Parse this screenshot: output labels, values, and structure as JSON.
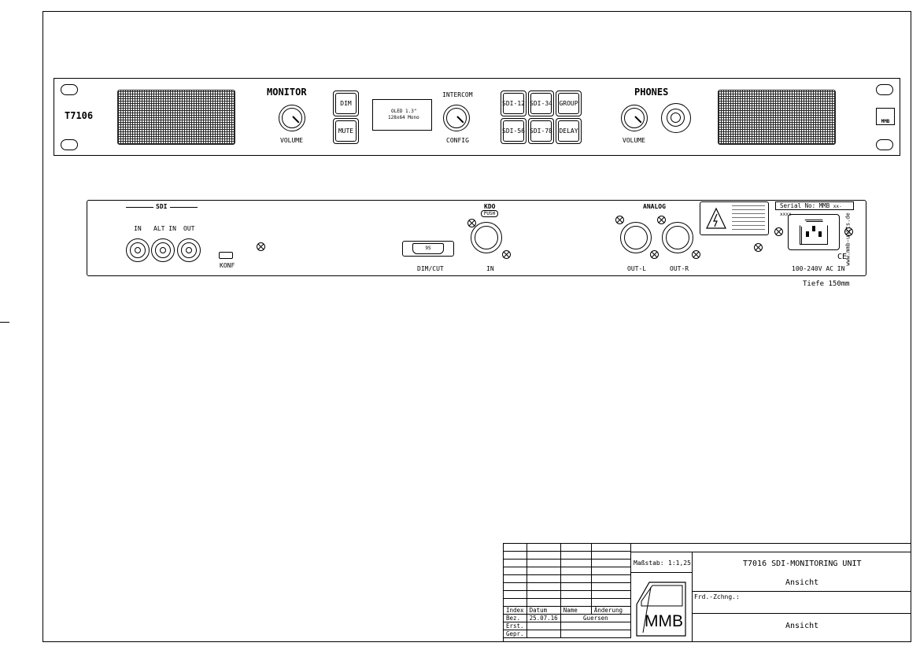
{
  "front": {
    "model": "T7106",
    "monitor_title": "MONITOR",
    "monitor_knob_label": "VOLUME",
    "dim_label": "DIM",
    "mute_label": "MUTE",
    "display_line1": "OLED 1.3\"",
    "display_line2": "128x64 Mono",
    "intercom_label": "INTERCOM",
    "config_label": "CONFIG",
    "sdi_buttons": [
      "SDI-12",
      "SDI-34",
      "GROUP",
      "SDI-56",
      "SDI-78",
      "DELAY"
    ],
    "phones_title": "PHONES",
    "phones_knob_label": "VOLUME",
    "logo": "MMB"
  },
  "rear": {
    "sdi_title": "SDI",
    "bnc_labels": [
      "IN",
      "ALT IN",
      "OUT"
    ],
    "konf_label": "KONF",
    "dimcut_label": "DIM/CUT",
    "sub_d_label": "9S",
    "kdo_title": "KDO",
    "push_label": "PUSH",
    "kdo_in_label": "IN",
    "analog_title": "ANALOG",
    "out_l_label": "OUT-L",
    "out_r_label": "OUT-R",
    "serial_label": "Serial No: MMB",
    "serial_value": "xx-xxxx",
    "ac_label": "100-240V  AC IN",
    "ce_mark": "CE",
    "website": "www.mmb-units.de",
    "depth_note": "Tiefe 150mm"
  },
  "titleblock": {
    "scale_label": "Maßstab:",
    "scale_value": "1:1,25",
    "title": "T7016 SDI-MONITORING UNIT",
    "subtitle": "Ansicht",
    "frd_label": "Frd.-Zchng.:",
    "view_label": "Ansicht",
    "logo": "MMB",
    "headers": [
      "Index",
      "Datum",
      "Name",
      "Änderung"
    ],
    "bez_label": "Bez.",
    "bez_date": "25.07.16",
    "bez_name": "Guersen",
    "erst_label": "Erst.",
    "gepr_label": "Gepr."
  }
}
